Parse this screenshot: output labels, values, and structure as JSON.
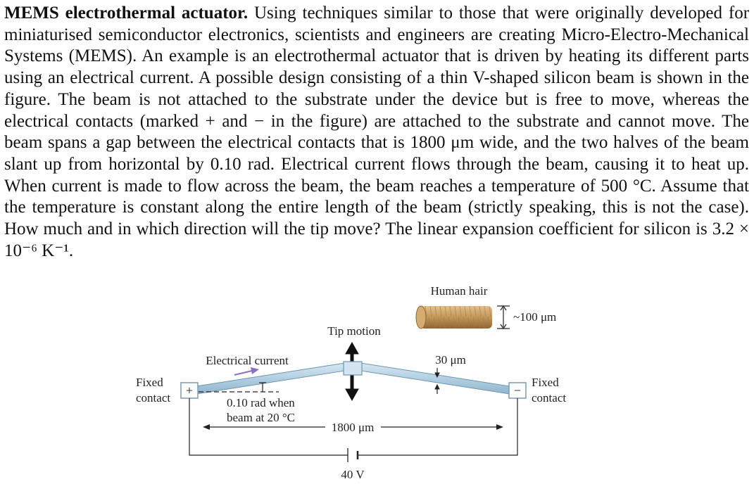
{
  "problem": {
    "title": "MEMS electrothermal actuator.",
    "body": "Using techniques similar to those that were originally developed for miniaturised semiconductor electronics, scientists and engineers are creating Micro-Electro-Mechanical Systems (MEMS). An example is an electrothermal actuator that is driven by heating its different parts using an electrical current. A possible design consisting of a thin V-shaped silicon beam is shown in the figure. The beam is not attached to the substrate under the device but is free to move, whereas the electrical contacts (marked + and − in the figure) are attached to the substrate and cannot move. The beam spans a gap between the electrical contacts that is 1800 μm wide, and the two halves of the beam slant up from horizontal by 0.10 rad. Electrical current flows through the beam, causing it to heat up. When current is made to flow across the beam, the beam reaches a temperature of 500 °C. Assume that the temperature is constant along the entire length of the beam (strictly speaking, this is not the case). How much and in which direction will the tip move? The linear expansion coefficient for silicon is 3.2 × 10⁻⁶ K⁻¹."
  },
  "figure": {
    "human_hair_label": "Human hair",
    "hair_size_label": "~100 μm",
    "tip_motion_label": "Tip motion",
    "electrical_current_label": "Electrical current",
    "thickness_label": "30 μm",
    "fixed_contact_left_line1": "Fixed",
    "fixed_contact_left_line2": "contact",
    "fixed_contact_right_line1": "Fixed",
    "fixed_contact_right_line2": "contact",
    "plus_symbol": "+",
    "minus_symbol": "−",
    "angle_label_line1": "0.10 rad when",
    "angle_label_line2": "beam at 20 °C",
    "span_label": "1800 μm",
    "voltage_label": "40 V",
    "colors": {
      "beam": "#a9cbe0",
      "beam_edge": "#6f95b0",
      "current_arrow": "#8a6fc2",
      "hair": "#c59a5e"
    }
  }
}
